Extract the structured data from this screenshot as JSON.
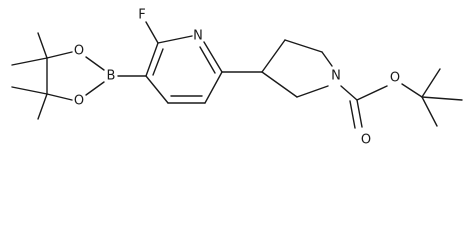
{
  "molecule": {
    "atoms": {
      "F": "F",
      "N_pyridine": "N",
      "B": "B",
      "O_dioxaborolane_top": "O",
      "O_dioxaborolane_bottom": "O",
      "N_pyrrolidine": "N",
      "O_carbonyl": "O",
      "O_ester": "O"
    }
  }
}
